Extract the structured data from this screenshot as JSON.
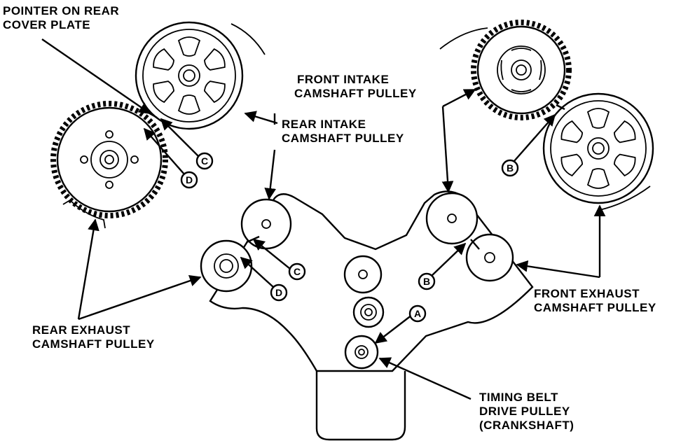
{
  "labels": {
    "pointer_line1": "POINTER ON REAR",
    "pointer_line2": "COVER PLATE",
    "front_intake_line1": "FRONT INTAKE",
    "front_intake_line2": "CAMSHAFT PULLEY",
    "rear_intake_line1": "REAR INTAKE",
    "rear_intake_line2": "CAMSHAFT PULLEY",
    "rear_exhaust_line1": "REAR EXHAUST",
    "rear_exhaust_line2": "CAMSHAFT PULLEY",
    "front_exhaust_line1": "FRONT EXHAUST",
    "front_exhaust_line2": "CAMSHAFT PULLEY",
    "timing_line1": "TIMING BELT",
    "timing_line2": "DRIVE PULLEY",
    "timing_line3": "(CRANKSHAFT)"
  },
  "markers": {
    "a": "A",
    "b": "B",
    "c": "C",
    "d": "D"
  }
}
